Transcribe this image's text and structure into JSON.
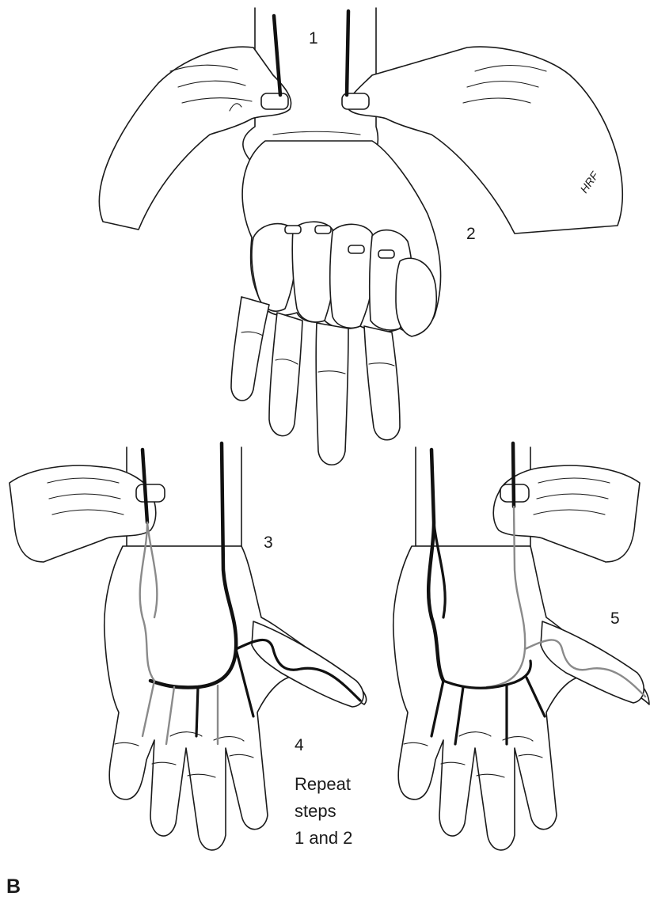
{
  "figure": {
    "panel_label": "B",
    "signature": "HRF",
    "step_labels": {
      "one": "1",
      "two": "2",
      "three": "3",
      "four": "4",
      "five": "5"
    },
    "repeat_note": [
      "Repeat",
      "steps",
      "1 and 2"
    ]
  }
}
